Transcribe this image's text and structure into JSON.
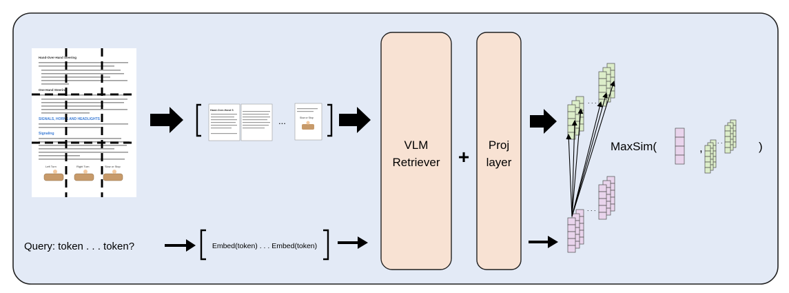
{
  "document_page": {
    "section1_title": "Hand-Over-Hand Steering",
    "section2_title": "One-Hand Steering",
    "section3_title": "SIGNALS, HORNS AND HEADLIGHTS",
    "section4_title": "Signaling",
    "gesture_labels": [
      "Left Turn",
      "Right Turn",
      "Slow or Stop"
    ]
  },
  "patch_strip": {
    "patch1_title": "Hand-Over-Hand S",
    "ellipsis": "...",
    "last_patch_title": "Slow or Stop"
  },
  "model": {
    "retriever_label_line1": "VLM",
    "retriever_label_line2": "Retriever",
    "plus_sign": "+",
    "proj_label_line1": "Proj",
    "proj_label_line2": "layer"
  },
  "query": {
    "text": "Query: token . . . token?",
    "embed_text": "Embed(token) . . . Embed(token)"
  },
  "maxsim": {
    "label": "MaxSim(",
    "comma": ",",
    "close": ")"
  },
  "colors": {
    "panel_bg": "#e3eaf6",
    "block_fill": "#f8e2d3",
    "doc_embed": "#dcedc9",
    "query_embed": "#e9d4ec"
  }
}
